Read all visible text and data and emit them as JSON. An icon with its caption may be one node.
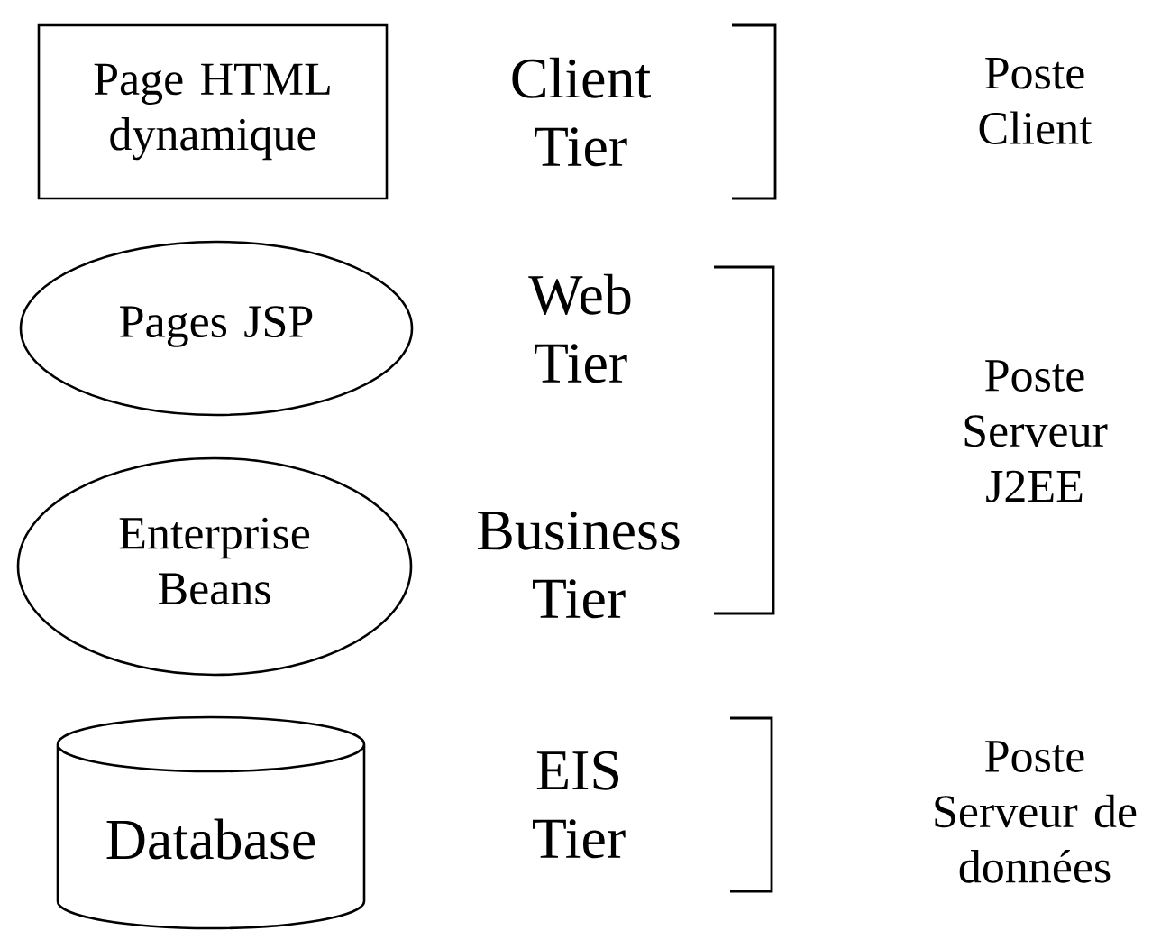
{
  "diagram": {
    "nodes": [
      {
        "text": [
          "Page HTML dynamique"
        ]
      },
      {
        "text": [
          "Pages JSP"
        ]
      },
      {
        "text": [
          "Enterprise Beans"
        ]
      },
      {
        "text": [
          "Database"
        ]
      }
    ],
    "labels": [
      "Client Tier",
      "Poste Client",
      "Web Tier",
      "Poste Serveur J2EE",
      "Business Tier",
      "EIS Tier",
      "Poste Serveur de données"
    ]
  }
}
